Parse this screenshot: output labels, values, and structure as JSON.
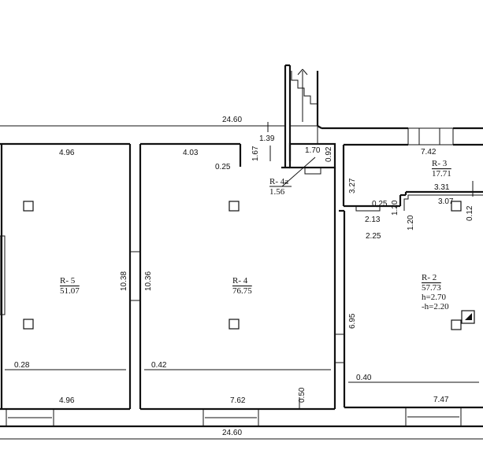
{
  "rooms": {
    "r5": {
      "label": "R- 5",
      "area": "51.07"
    },
    "r4": {
      "label": "R- 4",
      "area": "76.75"
    },
    "r4a": {
      "label": "R- 4a",
      "area": "1.56"
    },
    "r3": {
      "label": "R- 3",
      "area": "17.71"
    },
    "r2": {
      "label": "R- 2",
      "area": "57.73",
      "height": "h=2.70",
      "height_low": "-h=2.20"
    }
  },
  "dimensions": {
    "top_total": "24.60",
    "bottom_total": "24.60",
    "r5_top": "4.96",
    "r5_bottom": "4.96",
    "r5_height": "10.38",
    "r5_offset": "0.28",
    "r4_top": "4.03",
    "r4_notch": "0.25",
    "r4_height": "10.36",
    "r4_offset": "0.42",
    "r4_bottom": "7.62",
    "r4_bottom_small": "0.50",
    "stair_1_39": "1.39",
    "stair_1_67": "1.67",
    "r4a_w": "1.70",
    "r4a_h": "0.92",
    "r3_top": "7.42",
    "r3_side": "3.27",
    "r3_a": "3.31",
    "r3_b": "3.07",
    "r3_c": "0.12",
    "r3_d": "0,25",
    "r3_e": "1.20",
    "r3_f": "1.20",
    "r3_g": "2.13",
    "r3_h": "2.25",
    "r2_side": "6.95",
    "r2_offset": "0.40",
    "r2_bottom": "7.47"
  }
}
